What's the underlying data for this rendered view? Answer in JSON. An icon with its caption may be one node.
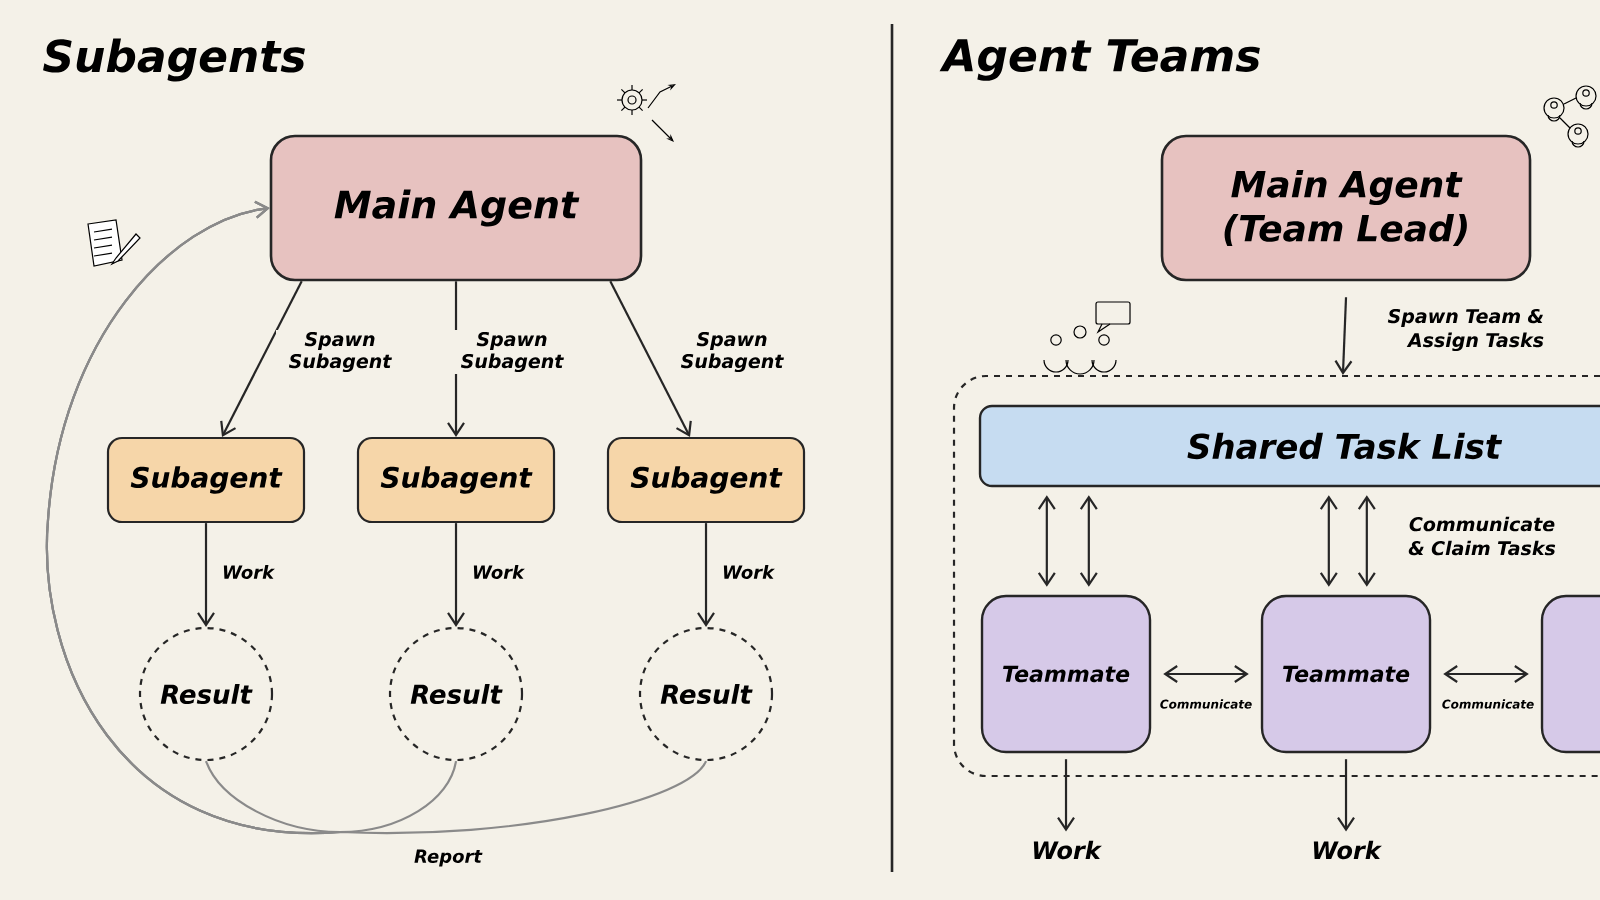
{
  "diagram": {
    "nodes": [
      {
        "text": [
          "Main Agent"
        ]
      },
      {
        "text": [
          "Subagent"
        ]
      },
      {
        "text": [
          "Subagent"
        ]
      },
      {
        "text": [
          "Subagent"
        ]
      },
      {
        "text": [
          "Result"
        ]
      },
      {
        "text": [
          "Result"
        ]
      },
      {
        "text": [
          "Result"
        ]
      },
      {
        "text": [
          "Main Agent (Team Lead)"
        ]
      },
      {
        "text": [],
        "shape": "box"
      },
      {
        "text": [
          "Shared Task List"
        ],
        "in": 8
      },
      {
        "text": [
          "Teammate"
        ],
        "in": 8
      },
      {
        "text": [
          "Teammate"
        ],
        "in": 8
      },
      {
        "text": [],
        "shape": "box",
        "in": 8
      },
      {
        "text": [
          "Work"
        ]
      },
      {
        "text": [
          "Work"
        ]
      }
    ],
    "edges": [
      {
        "from": 0,
        "to": 1,
        "arrow": "to",
        "label": "Spawn Subagent"
      },
      {
        "from": 0,
        "to": 2,
        "arrow": "to",
        "label": "Spawn Subagent"
      },
      {
        "from": 0,
        "to": 3,
        "arrow": "to",
        "label": "Spawn Subagent"
      },
      {
        "from": 1,
        "to": 4,
        "arrow": "to",
        "label": "Work"
      },
      {
        "from": 2,
        "to": 5,
        "arrow": "to",
        "label": "Work"
      },
      {
        "from": 3,
        "to": 6,
        "arrow": "to",
        "label": "Work"
      },
      {
        "from": 4,
        "to": 0,
        "arrow": "to",
        "color": "#8a8a8a"
      },
      {
        "from": 5,
        "to": 0,
        "arrow": "to",
        "color": "#8a8a8a",
        "label": "Report"
      },
      {
        "from": 6,
        "to": 0,
        "arrow": "to",
        "color": "#8a8a8a"
      },
      {
        "from": 7,
        "to": 8,
        "arrow": "to",
        "label": "Spawn Team & Assign Tasks"
      },
      {
        "from": 9,
        "to": 10,
        "arrow": "both"
      },
      {
        "from": 9,
        "to": 10,
        "arrow": "both"
      },
      {
        "from": 9,
        "to": 11,
        "arrow": "both"
      },
      {
        "from": 9,
        "to": 11,
        "arrow": "both",
        "label": "Communicate & Claim Tasks"
      },
      {
        "from": 10,
        "to": 11,
        "arrow": "both",
        "label": "Communicate"
      },
      {
        "from": 11,
        "to": 12,
        "arrow": "both",
        "label": "Communicate"
      },
      {
        "from": 10,
        "to": 13,
        "arrow": "to"
      },
      {
        "from": 11,
        "to": 14,
        "arrow": "to"
      }
    ],
    "labels": [
      "Subagents",
      "Agent Teams"
    ]
  }
}
